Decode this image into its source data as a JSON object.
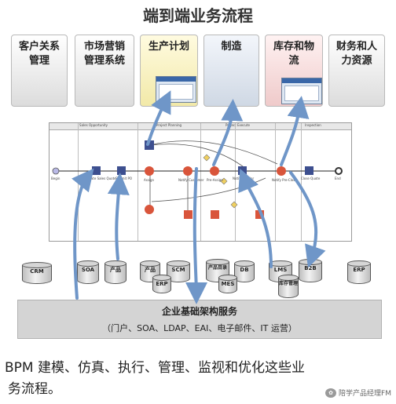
{
  "title": "端到端业务流程",
  "systems": [
    {
      "label": "客户关系管理",
      "style": "grey"
    },
    {
      "label": "市场营销管理系统",
      "style": "grey"
    },
    {
      "label": "生产计划",
      "style": "yellow"
    },
    {
      "label": "制造",
      "style": "blue"
    },
    {
      "label": "库存和物流",
      "style": "pink"
    },
    {
      "label": "财务和人力资源",
      "style": "grey"
    }
  ],
  "process_map": {
    "lanes": [
      "Sales Opportunity",
      "Project Planning",
      "Project Execute",
      "Inspection"
    ],
    "start_label": "Begin",
    "end_label": "End",
    "task_labels": [
      "Create Sales Quote",
      "Submit PO",
      "Assign",
      "Notify Customer",
      "Pre-Assign",
      "Notify Vendor",
      "Notify Pre-Close",
      "Close Quote"
    ]
  },
  "databases": [
    {
      "label": "CRM"
    },
    {
      "label": "SOA"
    },
    {
      "label": "产品"
    },
    {
      "label": "产品"
    },
    {
      "label": "SCM"
    },
    {
      "label": "产品目录"
    },
    {
      "label": "DB"
    },
    {
      "label": "LMS"
    },
    {
      "label": "B2B"
    },
    {
      "label": "ERP"
    },
    {
      "label": "ERP"
    },
    {
      "label": "MES"
    },
    {
      "label": "库存管理"
    }
  ],
  "infrastructure": {
    "title": "企业基础架构服务",
    "subtitle": "（门户、SOA、LDAP、EAI、电子邮件、IT 运营）"
  },
  "summary": {
    "line1": "BPM 建模、仿真、执行、管理、监视和优化这些业",
    "line2": "务流程。"
  },
  "watermark": "陪学产品经理FM",
  "colors": {
    "arrow": "#6f96c8",
    "task_fill": "#3d4f8f",
    "event_fill": "#d9553b"
  }
}
